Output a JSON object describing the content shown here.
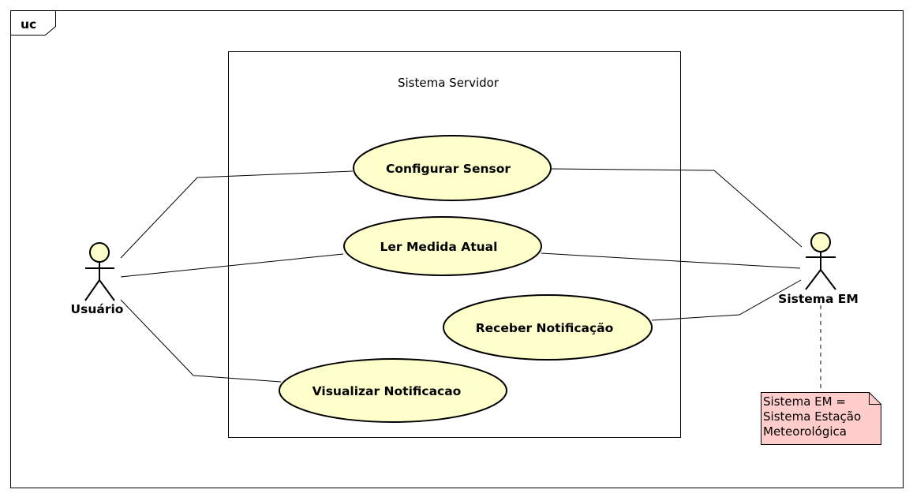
{
  "frame": {
    "tag": "uc"
  },
  "system_boundary": {
    "title": "Sistema Servidor"
  },
  "actors": {
    "user": {
      "label": "Usuário"
    },
    "em": {
      "label": "Sistema EM"
    }
  },
  "use_cases": {
    "configure": "Configurar Sensor",
    "read": "Ler Medida Atual",
    "receive": "Receber Notificação",
    "view": "Visualizar Notificacao"
  },
  "note": {
    "lines": [
      "Sistema EM =",
      "Sistema Estação",
      "Meteorológica"
    ]
  },
  "colors": {
    "use_case_fill": "#ffffcc",
    "actor_head_fill": "#ffffcc",
    "note_fill": "#ffcccc",
    "stroke": "#000000"
  }
}
